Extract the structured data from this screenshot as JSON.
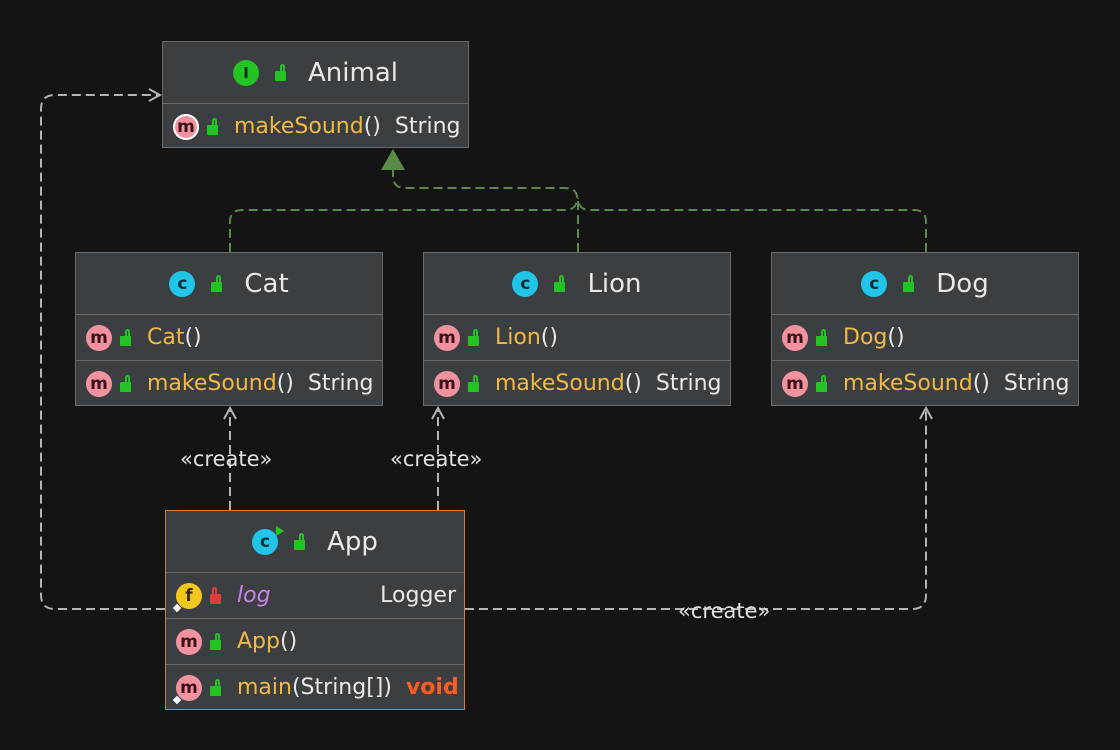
{
  "classes": {
    "animal": {
      "name": "Animal",
      "methods": [
        {
          "name": "makeSound",
          "params": "()",
          "type": "String"
        }
      ]
    },
    "cat": {
      "name": "Cat",
      "ctor": {
        "name": "Cat",
        "params": "()"
      },
      "methods": [
        {
          "name": "makeSound",
          "params": "()",
          "type": "String"
        }
      ]
    },
    "lion": {
      "name": "Lion",
      "ctor": {
        "name": "Lion",
        "params": "()"
      },
      "methods": [
        {
          "name": "makeSound",
          "params": "()",
          "type": "String"
        }
      ]
    },
    "dog": {
      "name": "Dog",
      "ctor": {
        "name": "Dog",
        "params": "()"
      },
      "methods": [
        {
          "name": "makeSound",
          "params": "()",
          "type": "String"
        }
      ]
    },
    "app": {
      "name": "App",
      "field": {
        "name": "log",
        "type": "Logger"
      },
      "ctor": {
        "name": "App",
        "params": "()"
      },
      "main": {
        "name": "main",
        "params": "(String[])",
        "type": "void"
      }
    }
  },
  "icons": {
    "interface_letter": "I",
    "class_letter": "c",
    "method_letter": "m",
    "field_letter": "f"
  },
  "edge_labels": {
    "create_cat": "«create»",
    "create_lion": "«create»",
    "create_dog": "«create»"
  },
  "colors": {
    "background": "#141414",
    "box": "#3c3f41",
    "inheritance": "#5a8a4a",
    "dependency": "#b4b4b4",
    "app_border": "#c87e3e"
  }
}
